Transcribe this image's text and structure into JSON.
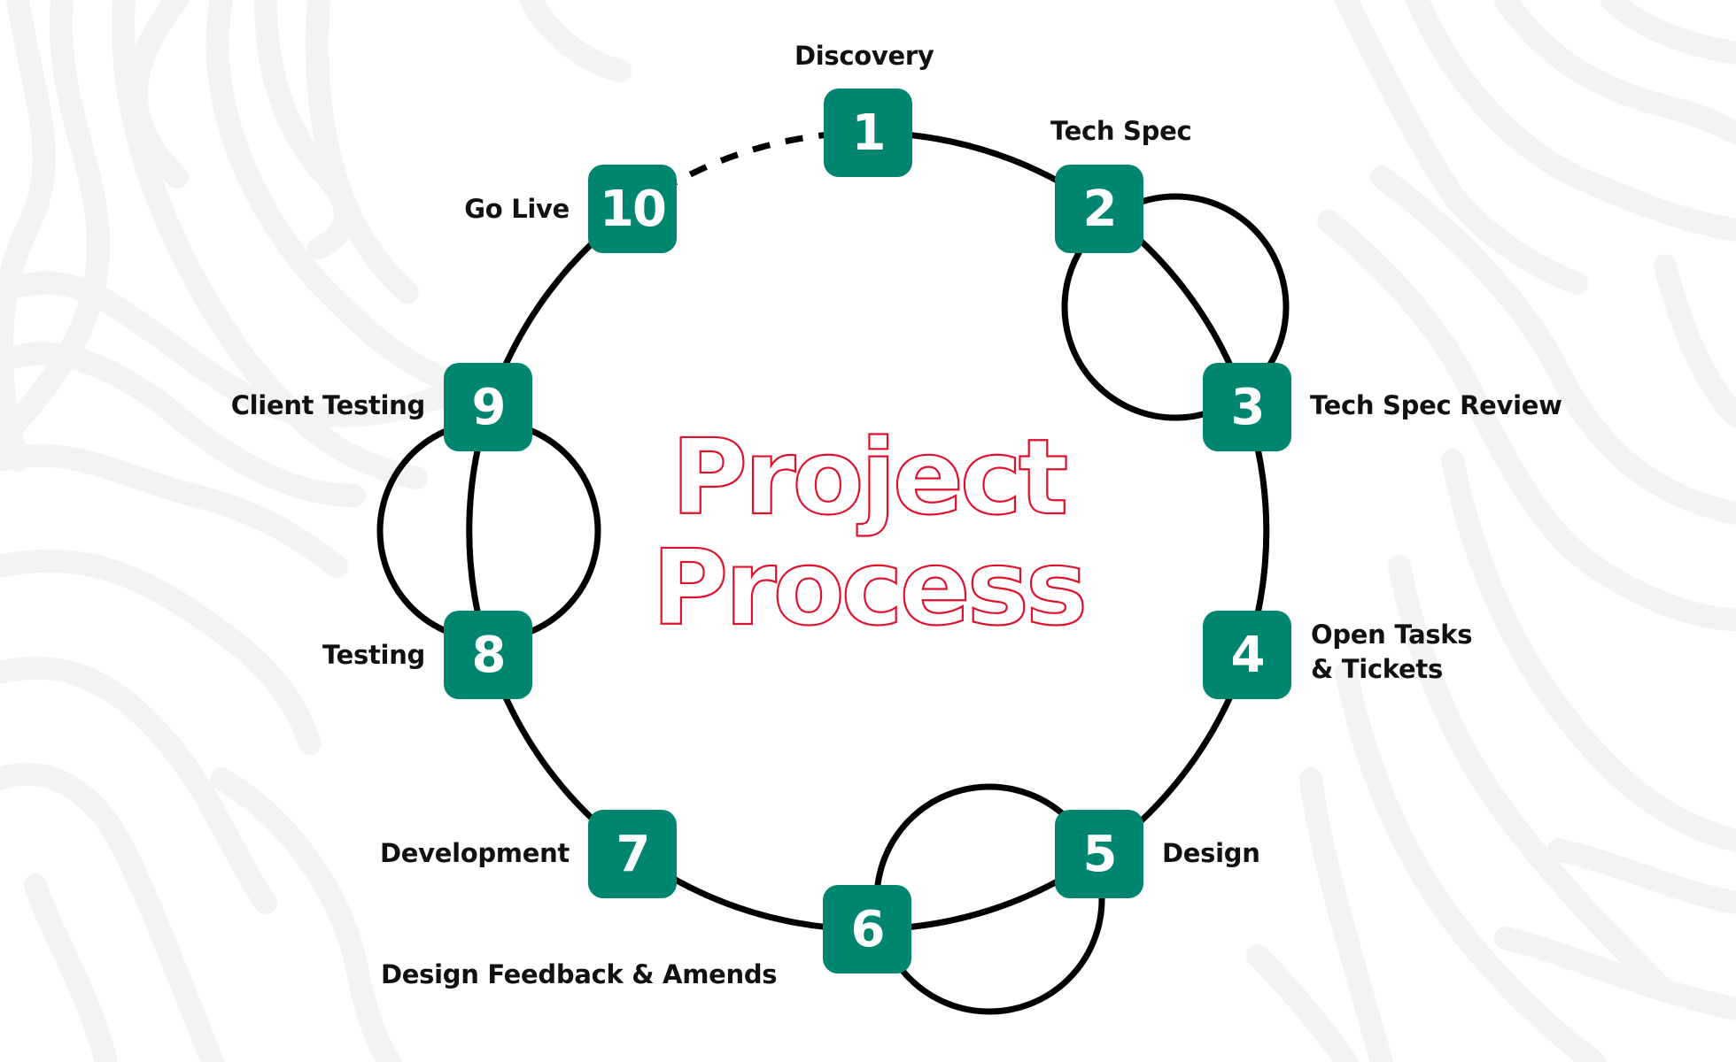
{
  "title": {
    "line1": "Project",
    "line2": "Process",
    "color": "#e0112b"
  },
  "colors": {
    "node_fill": "#00866f",
    "node_text": "#ffffff",
    "ring_stroke": "#000000",
    "label_text": "#111111",
    "background": "#ffffff",
    "background_pattern": "#f3f3f3"
  },
  "steps": [
    {
      "number": "1",
      "label": "Discovery"
    },
    {
      "number": "2",
      "label": "Tech Spec"
    },
    {
      "number": "3",
      "label": "Tech Spec Review"
    },
    {
      "number": "4",
      "label_line1": "Open Tasks",
      "label_line2": "& Tickets"
    },
    {
      "number": "5",
      "label": "Design"
    },
    {
      "number": "6",
      "label": "Design Feedback & Amends"
    },
    {
      "number": "7",
      "label": "Development"
    },
    {
      "number": "8",
      "label": "Testing"
    },
    {
      "number": "9",
      "label": "Client Testing"
    },
    {
      "number": "10",
      "label": "Go Live"
    }
  ],
  "loops": [
    {
      "between": [
        "2",
        "3"
      ],
      "meaning": "iteration-loop"
    },
    {
      "between": [
        "5",
        "6"
      ],
      "meaning": "iteration-loop"
    },
    {
      "between": [
        "8",
        "9"
      ],
      "meaning": "iteration-loop"
    }
  ],
  "connector_10_to_1": "dashed"
}
